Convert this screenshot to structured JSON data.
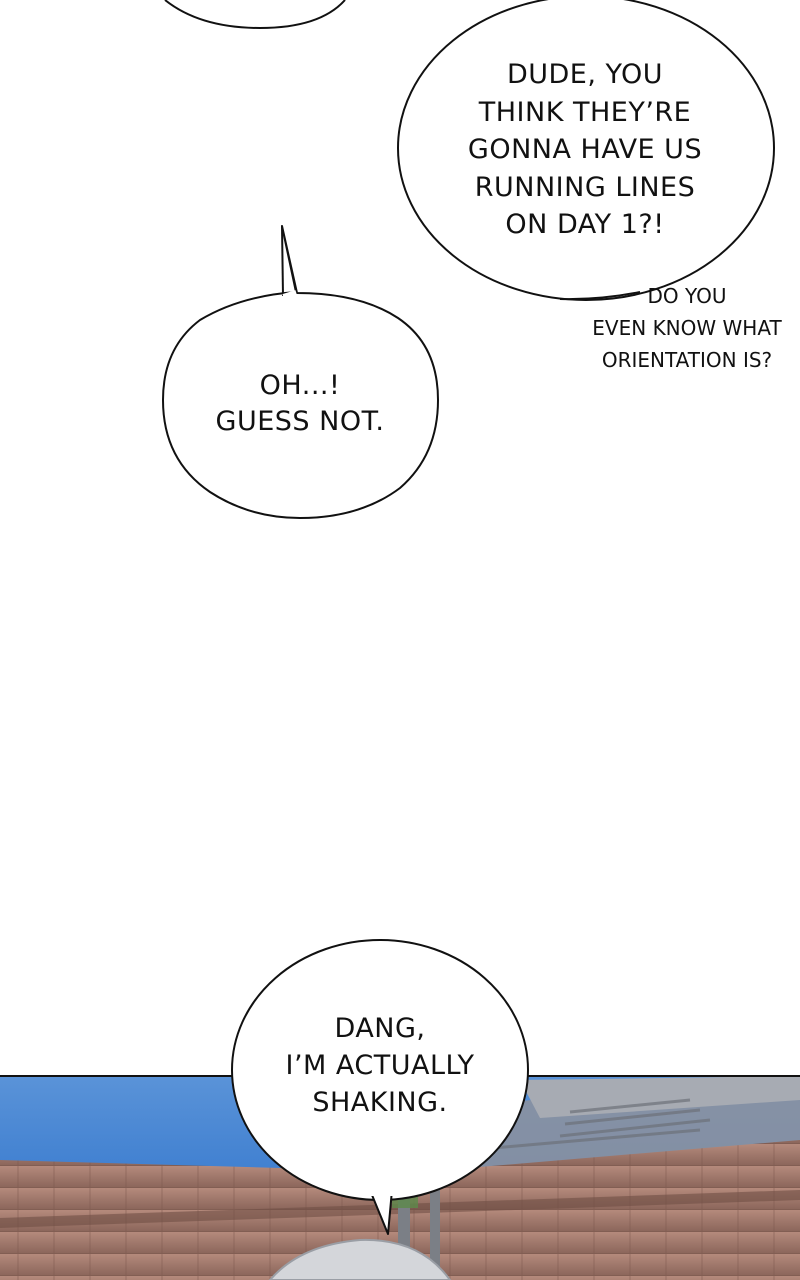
{
  "panel_top": {
    "bubble_dude": {
      "lines": [
        "DUDE, YOU",
        "THINK THEY’RE",
        "GONNA HAVE US",
        "RUNNING LINES",
        "ON DAY 1?!"
      ]
    },
    "aside_orientation": {
      "lines": [
        "DO YOU",
        "EVEN KNOW WHAT",
        "ORIENTATION IS?"
      ]
    },
    "bubble_oh": {
      "lines": [
        "OH...!",
        "GUESS NOT."
      ]
    }
  },
  "panel_bottom": {
    "bubble_dang": {
      "lines": [
        "DANG,",
        "I’M ACTUALLY",
        "SHAKING."
      ]
    }
  },
  "colors": {
    "background": "#ffffff",
    "sky": "#3f7fd0",
    "roof": "#a0776a",
    "ink": "#111111"
  }
}
